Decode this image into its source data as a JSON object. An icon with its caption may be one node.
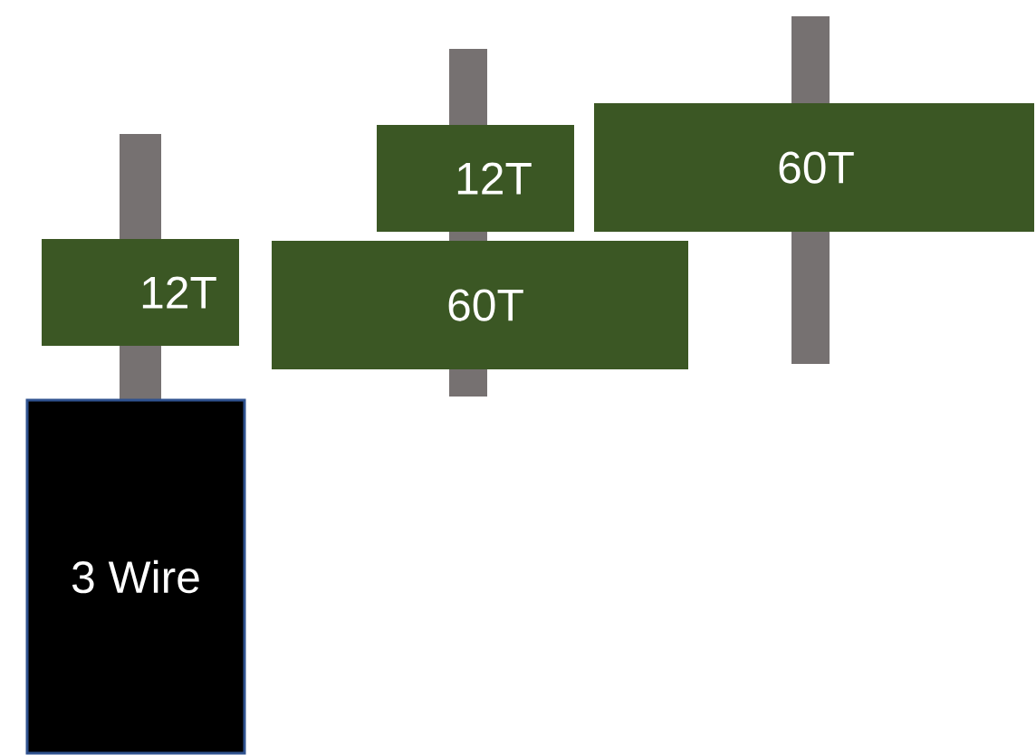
{
  "diagram": {
    "nodes": [
      {
        "text": [
          "12T"
        ]
      },
      {
        "text": [
          "3 Wire"
        ]
      },
      {
        "text": [
          "12T"
        ]
      },
      {
        "text": [
          "60T"
        ]
      },
      {
        "text": [
          "60T"
        ]
      },
      {
        "text": [],
        "shape": "bar"
      },
      {
        "text": [],
        "shape": "bar"
      },
      {
        "text": [],
        "shape": "bar"
      },
      {
        "text": [],
        "shape": "bar"
      },
      {
        "text": [],
        "shape": "bar"
      },
      {
        "text": [],
        "shape": "bar"
      },
      {
        "text": [],
        "shape": "bar"
      }
    ]
  }
}
